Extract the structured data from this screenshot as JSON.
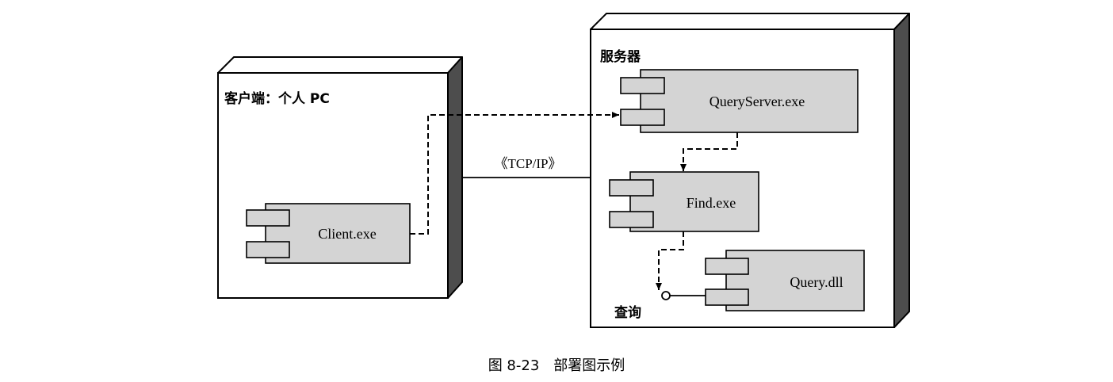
{
  "nodes": {
    "client": {
      "label": "客户端：个人 PC"
    },
    "server": {
      "label": "服务器"
    }
  },
  "components": {
    "client_exe": "Client.exe",
    "query_server": "QueryServer.exe",
    "find": "Find.exe",
    "query_dll": "Query.dll"
  },
  "interface_label": "查询",
  "connection_label": "《TCP/IP》",
  "caption": "图 8-23　部署图示例"
}
